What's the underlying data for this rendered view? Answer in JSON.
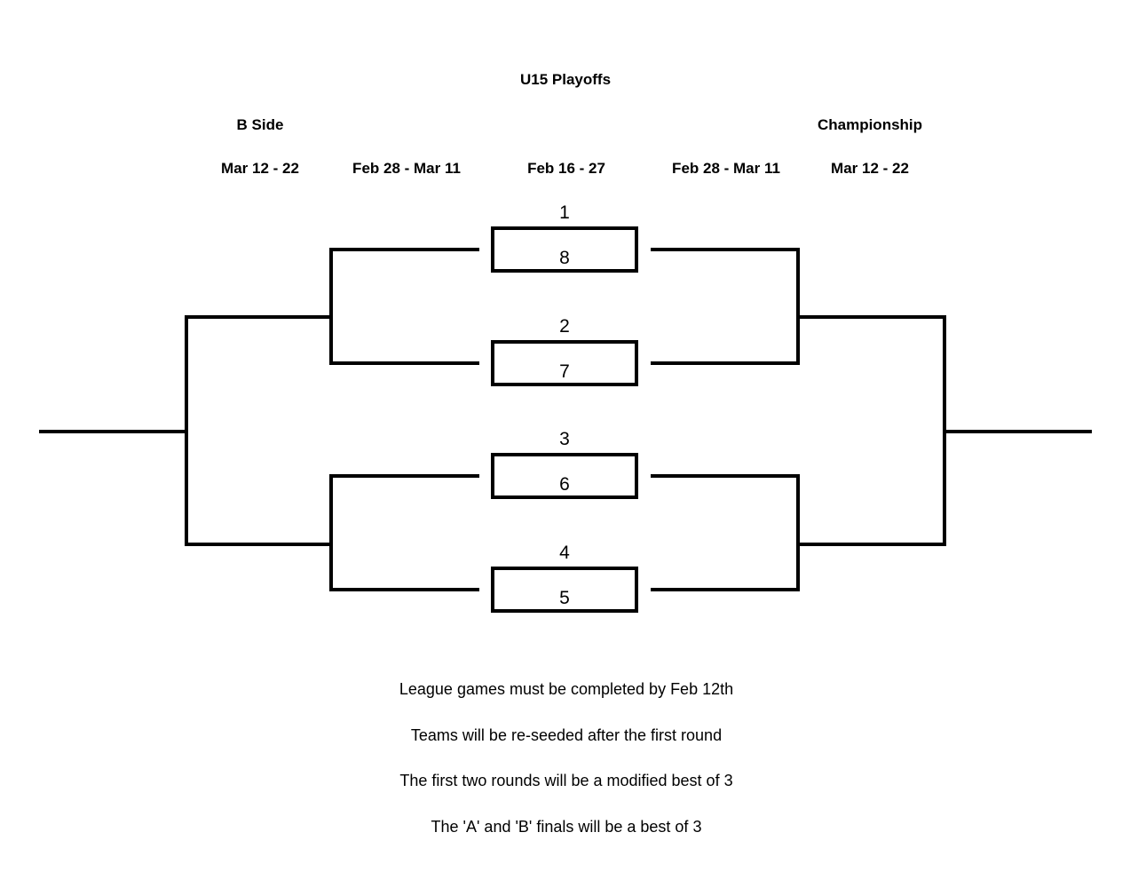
{
  "page": {
    "title": "U15 Playoffs",
    "background_color": "#ffffff",
    "line_color": "#000000",
    "text_color": "#000000"
  },
  "headers": {
    "left": "B Side",
    "right": "Championship"
  },
  "round_dates": [
    {
      "label": "Mar 12 - 22"
    },
    {
      "label": "Feb 28 - Mar 11"
    },
    {
      "label": "Feb 16 - 27"
    },
    {
      "label": "Feb 28 - Mar 11"
    },
    {
      "label": "Mar 12 - 22"
    }
  ],
  "bracket": {
    "matchups": [
      {
        "top_seed": "1",
        "bottom_seed": "8"
      },
      {
        "top_seed": "2",
        "bottom_seed": "7"
      },
      {
        "top_seed": "3",
        "bottom_seed": "6"
      },
      {
        "top_seed": "4",
        "bottom_seed": "5"
      }
    ]
  },
  "notes": [
    {
      "text": "League games must be completed by Feb 12th"
    },
    {
      "text": "Teams will be re-seeded after the first round"
    },
    {
      "text": "The first two rounds will be a modified best of 3"
    },
    {
      "text": "The 'A' and 'B' finals will be a best of 3"
    }
  ]
}
